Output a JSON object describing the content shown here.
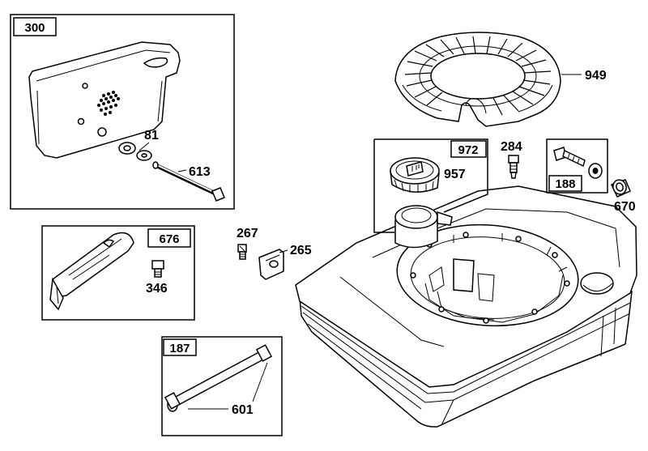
{
  "groups": {
    "muffler": {
      "box_label": "300",
      "parts": [
        "81",
        "613"
      ]
    },
    "guard": {
      "box_label": "676",
      "parts": [
        "346"
      ]
    },
    "oil_tube": {
      "box_label": "187",
      "parts": [
        "601"
      ]
    },
    "fuel_cap": {
      "box_label": "972",
      "parts": [
        "957"
      ]
    },
    "fitting": {
      "box_label": "188"
    }
  },
  "labels": {
    "screen": "949",
    "valve": "284",
    "spacer": "670",
    "screw": "267",
    "clip": "265"
  }
}
